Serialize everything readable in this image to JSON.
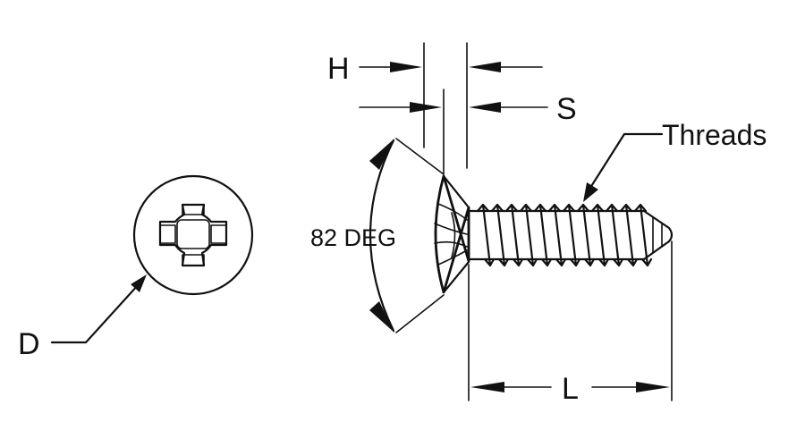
{
  "labels": {
    "head_height": "H",
    "slot_depth": "S",
    "threads": "Threads",
    "angle": "82 DEG",
    "diameter": "D",
    "length": "L"
  },
  "icons": {
    "top_view": "phillips-recess-icon",
    "side_view": "oval-head-tapping-screw-icon"
  },
  "colors": {
    "ink": "#111111",
    "background": "#ffffff"
  }
}
